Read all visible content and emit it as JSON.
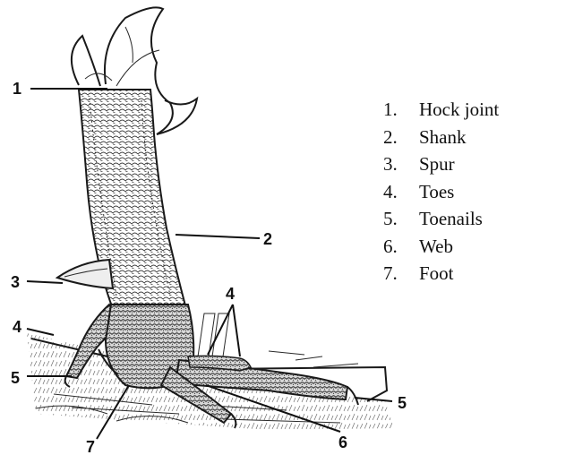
{
  "callouts": {
    "c1": "1",
    "c2": "2",
    "c3": "3",
    "c4a": "4",
    "c4b": "4",
    "c5a": "5",
    "c5b": "5",
    "c6": "6",
    "c7": "7"
  },
  "legend": [
    {
      "index": "1.",
      "label": "Hock joint"
    },
    {
      "index": "2.",
      "label": "Shank"
    },
    {
      "index": "3.",
      "label": "Spur"
    },
    {
      "index": "4.",
      "label": "Toes"
    },
    {
      "index": "5.",
      "label": "Toenails"
    },
    {
      "index": "6.",
      "label": "Web"
    },
    {
      "index": "7.",
      "label": "Foot"
    }
  ]
}
